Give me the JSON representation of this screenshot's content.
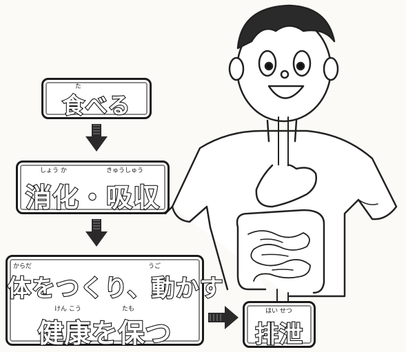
{
  "boxes": {
    "eat": {
      "ruby": "た",
      "text": "食べる"
    },
    "digest": {
      "ruby_1": "しょう か",
      "ruby_2": "きゅうしゅう",
      "text": "消化・吸収"
    },
    "body": {
      "ruby_1": "からだ",
      "ruby_2": "うご",
      "line1": "体をつくり、動かす",
      "ruby_3": "けん こう",
      "ruby_4": "たも",
      "line2": "健康を保つ"
    },
    "excrete": {
      "ruby": "はい せつ",
      "text": "排泄"
    }
  },
  "icons": {
    "arrow1": "down-arrow-icon",
    "arrow2": "down-arrow-icon",
    "arrow3": "right-arrow-icon"
  }
}
